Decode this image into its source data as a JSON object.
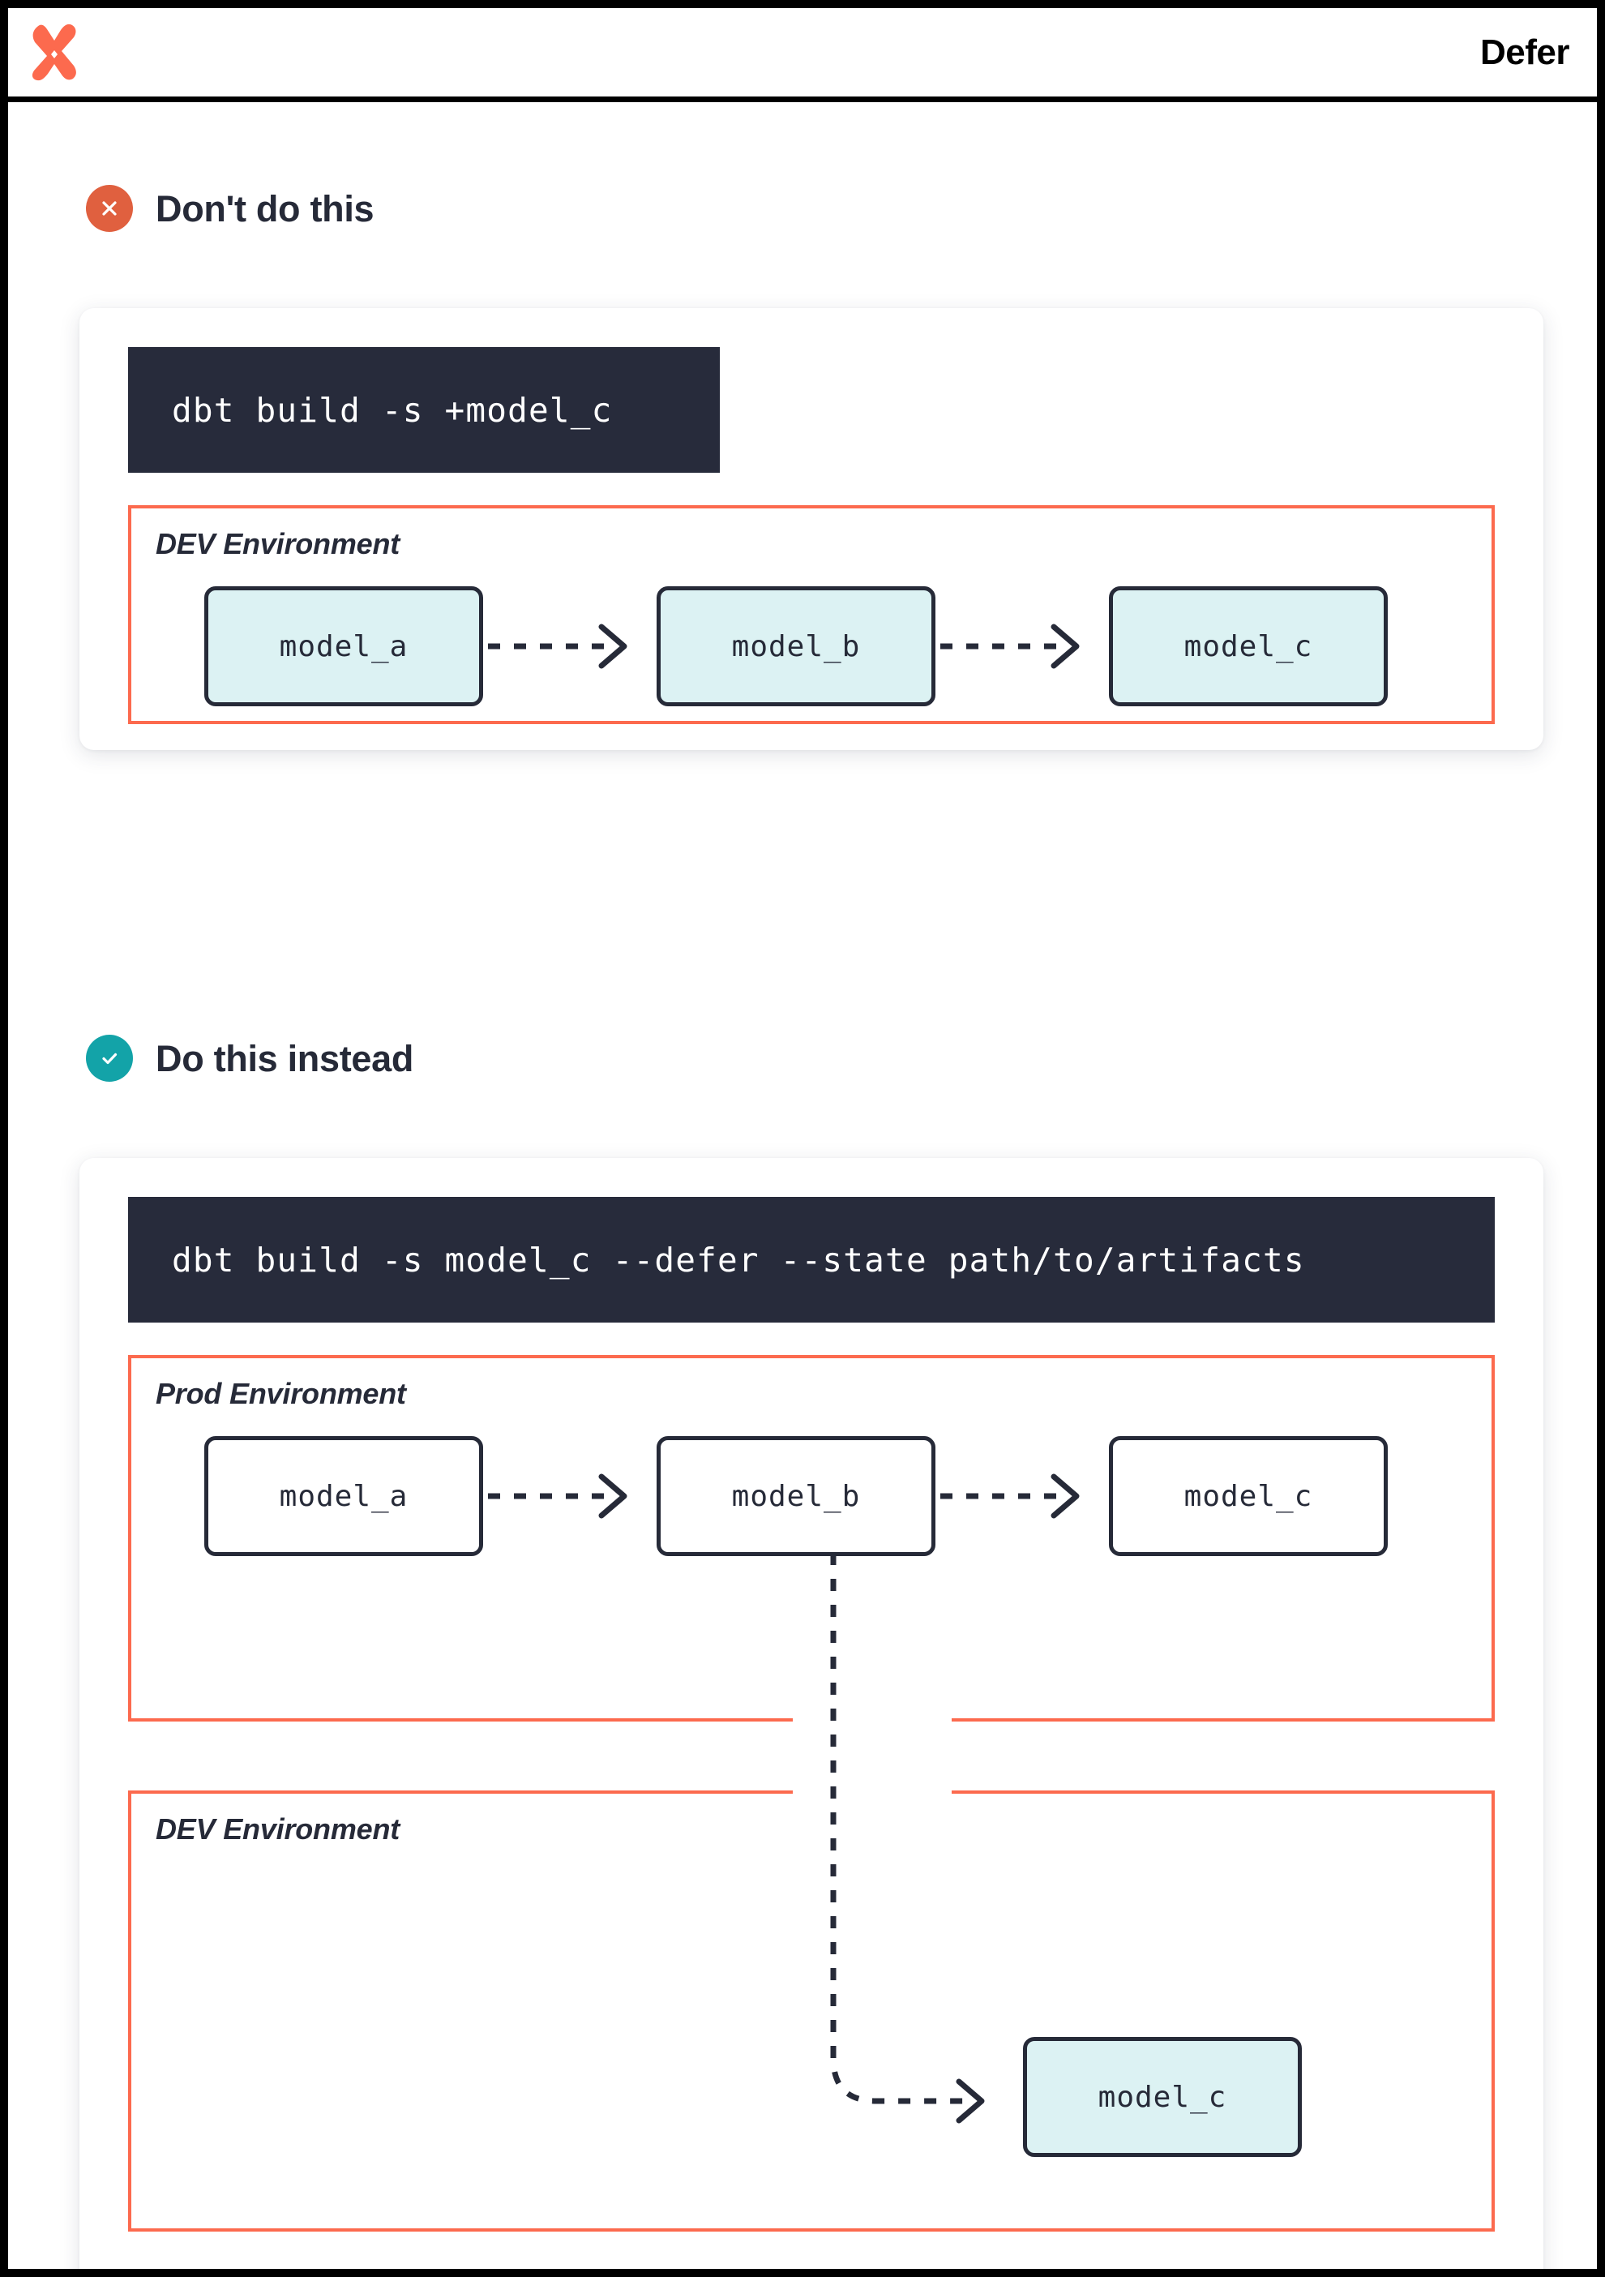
{
  "header": {
    "title": "Defer",
    "logo_icon": "dbt-x-logo-icon",
    "logo_color": "#FC6A4E"
  },
  "colors": {
    "accent_orange": "#FC6A4E",
    "bad_badge": "#E0603F",
    "good_badge": "#13A3A8",
    "ink": "#262A38",
    "code_bg": "#272B3B",
    "node_cyan": "#DCF2F3",
    "node_white": "#FFFFFF"
  },
  "sections": [
    {
      "id": "dont",
      "badge_icon": "x-circle-icon",
      "title": "Don't do this",
      "command": "dbt build -s +model_c",
      "environments": [
        {
          "id": "dev",
          "label": "DEV Environment",
          "nodes": [
            {
              "label": "model_a",
              "fill": "cyan"
            },
            {
              "label": "model_b",
              "fill": "cyan"
            },
            {
              "label": "model_c",
              "fill": "cyan"
            }
          ],
          "edges": [
            {
              "from": "model_a",
              "to": "model_b",
              "style": "dashed"
            },
            {
              "from": "model_b",
              "to": "model_c",
              "style": "dashed"
            }
          ]
        }
      ]
    },
    {
      "id": "do",
      "badge_icon": "check-circle-icon",
      "title": "Do this instead",
      "command": "dbt build -s model_c --defer --state path/to/artifacts",
      "environments": [
        {
          "id": "prod",
          "label": "Prod Environment",
          "nodes": [
            {
              "label": "model_a",
              "fill": "white"
            },
            {
              "label": "model_b",
              "fill": "white"
            },
            {
              "label": "model_c",
              "fill": "white"
            }
          ],
          "edges": [
            {
              "from": "model_a",
              "to": "model_b",
              "style": "dashed"
            },
            {
              "from": "model_b",
              "to": "model_c",
              "style": "dashed"
            }
          ]
        },
        {
          "id": "dev",
          "label": "DEV Environment",
          "nodes": [
            {
              "label": "model_c",
              "fill": "cyan"
            }
          ],
          "edges": [
            {
              "from": "prod.model_b",
              "to": "dev.model_c",
              "style": "dashed-elbow"
            }
          ]
        }
      ]
    }
  ]
}
